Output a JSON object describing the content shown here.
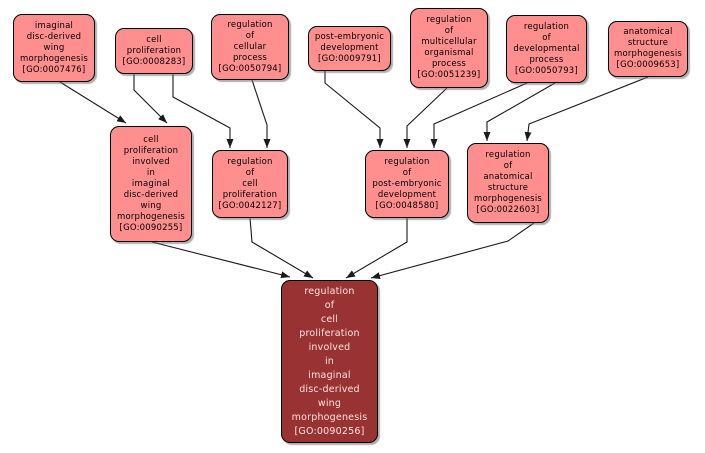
{
  "diagram": {
    "type": "gene-ontology-term-graph",
    "background_color": "#ffffff",
    "node_fill_color": "#ff8f8f",
    "node_border_color": "#000000",
    "focus_node_fill_color": "#993333",
    "focus_node_text_color": "#ffe2e2",
    "edge_color": "#1a1a1a",
    "nodes": [
      {
        "id": "GO:0007476",
        "label": "imaginal\ndisc-derived\nwing\nmorphogenesis\n[GO:0007476]",
        "focus": false
      },
      {
        "id": "GO:0008283",
        "label": "cell\nproliferation\n[GO:0008283]",
        "focus": false
      },
      {
        "id": "GO:0050794",
        "label": "regulation\nof\ncellular\nprocess\n[GO:0050794]",
        "focus": false
      },
      {
        "id": "GO:0009791",
        "label": "post-embryonic\ndevelopment\n[GO:0009791]",
        "focus": false
      },
      {
        "id": "GO:0051239",
        "label": "regulation\nof\nmulticellular\norganismal\nprocess\n[GO:0051239]",
        "focus": false
      },
      {
        "id": "GO:0050793",
        "label": "regulation\nof\ndevelopmental\nprocess\n[GO:0050793]",
        "focus": false
      },
      {
        "id": "GO:0009653",
        "label": "anatomical\nstructure\nmorphogenesis\n[GO:0009653]",
        "focus": false
      },
      {
        "id": "GO:0090255",
        "label": "cell\nproliferation\ninvolved\nin\nimaginal\ndisc-derived\nwing\nmorphogenesis\n[GO:0090255]",
        "focus": false
      },
      {
        "id": "GO:0042127",
        "label": "regulation\nof\ncell\nproliferation\n[GO:0042127]",
        "focus": false
      },
      {
        "id": "GO:0048580",
        "label": "regulation\nof\npost-embryonic\ndevelopment\n[GO:0048580]",
        "focus": false
      },
      {
        "id": "GO:0022603",
        "label": "regulation\nof\nanatomical\nstructure\nmorphogenesis\n[GO:0022603]",
        "focus": false
      },
      {
        "id": "GO:0090256",
        "label": "regulation\nof\ncell\nproliferation\ninvolved\nin\nimaginal\ndisc-derived\nwing\nmorphogenesis\n[GO:0090256]",
        "focus": true
      }
    ],
    "edges": [
      {
        "from": "GO:0007476",
        "to": "GO:0090255"
      },
      {
        "from": "GO:0008283",
        "to": "GO:0090255"
      },
      {
        "from": "GO:0008283",
        "to": "GO:0042127"
      },
      {
        "from": "GO:0050794",
        "to": "GO:0042127"
      },
      {
        "from": "GO:0009791",
        "to": "GO:0048580"
      },
      {
        "from": "GO:0051239",
        "to": "GO:0048580"
      },
      {
        "from": "GO:0050793",
        "to": "GO:0048580"
      },
      {
        "from": "GO:0050793",
        "to": "GO:0022603"
      },
      {
        "from": "GO:0009653",
        "to": "GO:0022603"
      },
      {
        "from": "GO:0090255",
        "to": "GO:0090256"
      },
      {
        "from": "GO:0042127",
        "to": "GO:0090256"
      },
      {
        "from": "GO:0048580",
        "to": "GO:0090256"
      },
      {
        "from": "GO:0022603",
        "to": "GO:0090256"
      }
    ]
  }
}
